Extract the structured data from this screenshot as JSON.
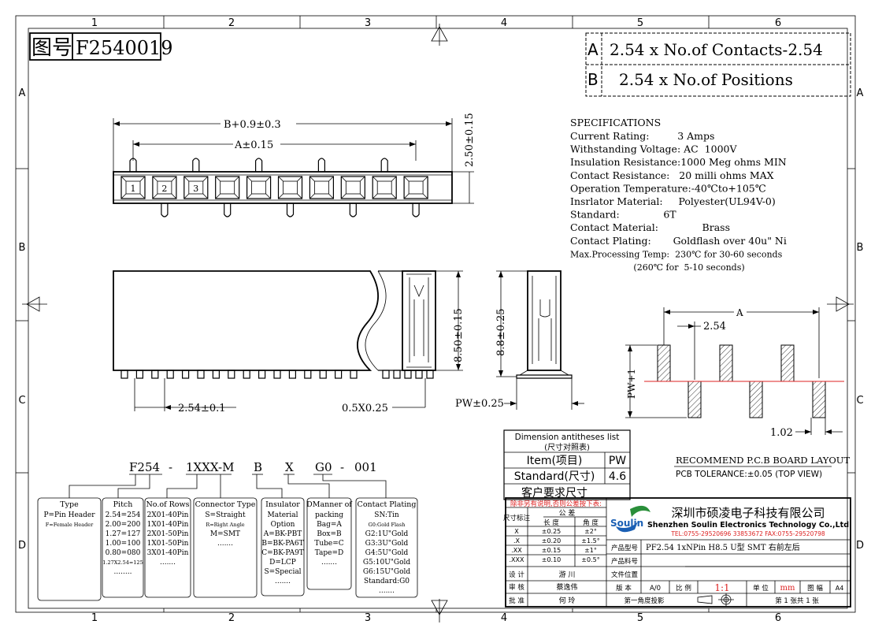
{
  "border": {
    "col_labels": [
      "1",
      "2",
      "3",
      "4",
      "5",
      "6"
    ],
    "row_labels": [
      "A",
      "B",
      "C",
      "D"
    ]
  },
  "drawing_no": {
    "label": "图号",
    "value": "F2540019"
  },
  "ab_table": {
    "rows": [
      {
        "key": "A",
        "value": "2.54 x No.of Contacts-2.54"
      },
      {
        "key": "B",
        "value": "2.54 x No.of Positions"
      }
    ]
  },
  "specs": {
    "title": "SPECIFICATIONS",
    "lines": [
      "Current Rating:         3 Amps",
      "Withstanding Voltage: AC  1000V",
      "Insulation Resistance:1000 Meg ohms MIN",
      "Contact Resistance:   20 milli ohms MAX",
      "Operation Temperature:-40℃to+105℃",
      "Insrlator Material:     Polyester(UL94V-0)",
      "Standard:              6T",
      "Contact Material:              Brass",
      "Contact Plating:       Goldflash over 40u\" Ni",
      "Max.Processing Temp:  230℃ for 30-60 seconds",
      "                       (260℃ for  5-10 seconds)"
    ]
  },
  "top_view": {
    "dim_b": "B+0.9±0.3",
    "dim_a": "A±0.15",
    "dim_h": "2.50±0.15",
    "pin_numbers": [
      "1",
      "2",
      "3"
    ]
  },
  "side_view": {
    "dim_pitch": "2.54±0.1",
    "dim_pin": "0.5X0.25",
    "dim_h": "8.50±0.15",
    "dim_total": "8.8±0.25",
    "dim_pw": "PW±0.25"
  },
  "pcb_layout": {
    "dim_a": "A",
    "dim_pitch": "2.54",
    "dim_pw": "PW+1",
    "dim_hole": "1.02",
    "title": "RECOMMEND P.C.B BOARD LAYOUT",
    "tolerance": "PCB TOLERANCE:±0.05 (TOP VIEW)"
  },
  "dim_list": {
    "title_en": "Dimension antitheses list",
    "title_cn": "(尺寸对照表)",
    "rows": [
      {
        "label": "Item(项目)",
        "value": "PW"
      },
      {
        "label": "Standard(尺寸)",
        "value": "4.6"
      },
      {
        "label": "客户要求尺寸",
        "value": ""
      }
    ]
  },
  "part_code": {
    "segments": [
      "F254",
      "-",
      "1XXX-M",
      "B",
      "X",
      "G0",
      "-",
      "001"
    ]
  },
  "option_boxes": [
    {
      "title": "Type",
      "lines": [
        "P=Pin Header",
        "F=Female Header"
      ]
    },
    {
      "title": "Pitch",
      "lines": [
        "2.54=254",
        "2.00=200",
        "1.27=127",
        "1.00=100",
        "0.80=080",
        "1.27X2.54=125",
        "........"
      ]
    },
    {
      "title": "No.of Rows",
      "lines": [
        "2X01-40Pin",
        "1X01-40Pin",
        "2X01-50Pin",
        "1X01-50Pin",
        "3X01-40Pin",
        "......."
      ]
    },
    {
      "title": "Connector Type",
      "lines": [
        "S=Straight",
        "R=Right Angle",
        "M=SMT",
        "......."
      ]
    },
    {
      "title": "Insulator",
      "lines": [
        "Material",
        "Option",
        "A=BK-PBT",
        "B=BK-PA6T",
        "C=BK-PA9T",
        "D=LCP",
        "S=Special",
        "......."
      ]
    },
    {
      "title": "DManner of",
      "lines": [
        "packing",
        "Bag=A",
        "Box=B",
        "Tube=C",
        "Tape=D",
        "......."
      ]
    },
    {
      "title": "Contact Plating",
      "lines": [
        "SN:Tin",
        "G0:Gold Flash",
        "G2:1U\"Gold",
        "G3:3U\"Gold",
        "G4:5U\"Gold",
        "G5:10U\"Gold",
        "G6:15U\"Gold",
        "Standard:G0",
        "......."
      ]
    }
  ],
  "title_block": {
    "note": "除非另有说明,否则公差按下表:",
    "tol_header": "公  差",
    "tol_col_a": "尺寸标注",
    "tol_col_len": "长 度",
    "tol_col_ang": "角 度",
    "tol_rows": [
      {
        "k": "X",
        "len": "±0.25",
        "ang": "±2°"
      },
      {
        "k": ".X",
        "len": "±0.20",
        "ang": "±1.5°"
      },
      {
        "k": ".XX",
        "len": "±0.15",
        "ang": "±1°"
      },
      {
        "k": ".XXX",
        "len": "±0.10",
        "ang": "±0.5°"
      }
    ],
    "logo_text": "Soulin",
    "company_cn": "深圳市硕凌电子科技有限公司",
    "company_en": "Shenzhen Soulin Electronics Technology Co.,Ltd",
    "contact": "TEL:0755-29520696 33853672  FAX:0755-29520798",
    "prod_label": "产品型号",
    "prod_value": "PF2.54 1xNPin H8.5 U型 SMT 右前左后",
    "partno_label": "产品料号",
    "file_label": "文件位置",
    "design_label": "设 计",
    "design_name": "游  川",
    "check_label": "审 核",
    "check_name": "蔡逸伟",
    "approve_label": "批 准",
    "approve_name": "何  玲",
    "version_label": "版 本",
    "version_value": "A/0",
    "scale_label": "比 例",
    "scale_value": "1:1",
    "unit_label": "单 位",
    "unit_value": "mm",
    "sheet_label": "图 幅",
    "sheet_value": "A4",
    "projection": "第一角度投影",
    "page_info": "第 1  张共 1  张"
  }
}
